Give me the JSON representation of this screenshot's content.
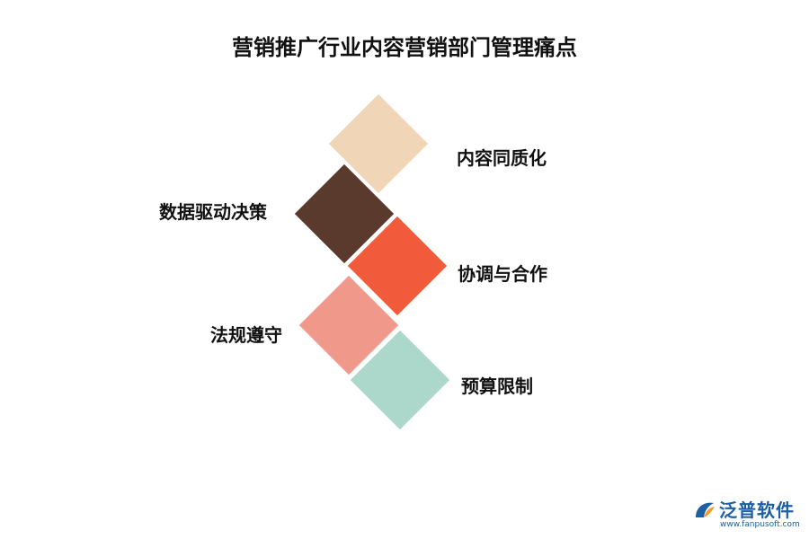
{
  "title": "营销推广行业内容营销部门管理痛点",
  "items": [
    {
      "label": "内容同质化",
      "color": "#f0d6b6"
    },
    {
      "label": "数据驱动决策",
      "color": "#5b3a2e"
    },
    {
      "label": "协调与合作",
      "color": "#f15a3a"
    },
    {
      "label": "法规遵守",
      "color": "#f0998a"
    },
    {
      "label": "预算限制",
      "color": "#acd8cb"
    }
  ],
  "logo": {
    "name": "泛普软件",
    "url": "www.fanpusoft.com",
    "color": "#1d5fa5"
  }
}
